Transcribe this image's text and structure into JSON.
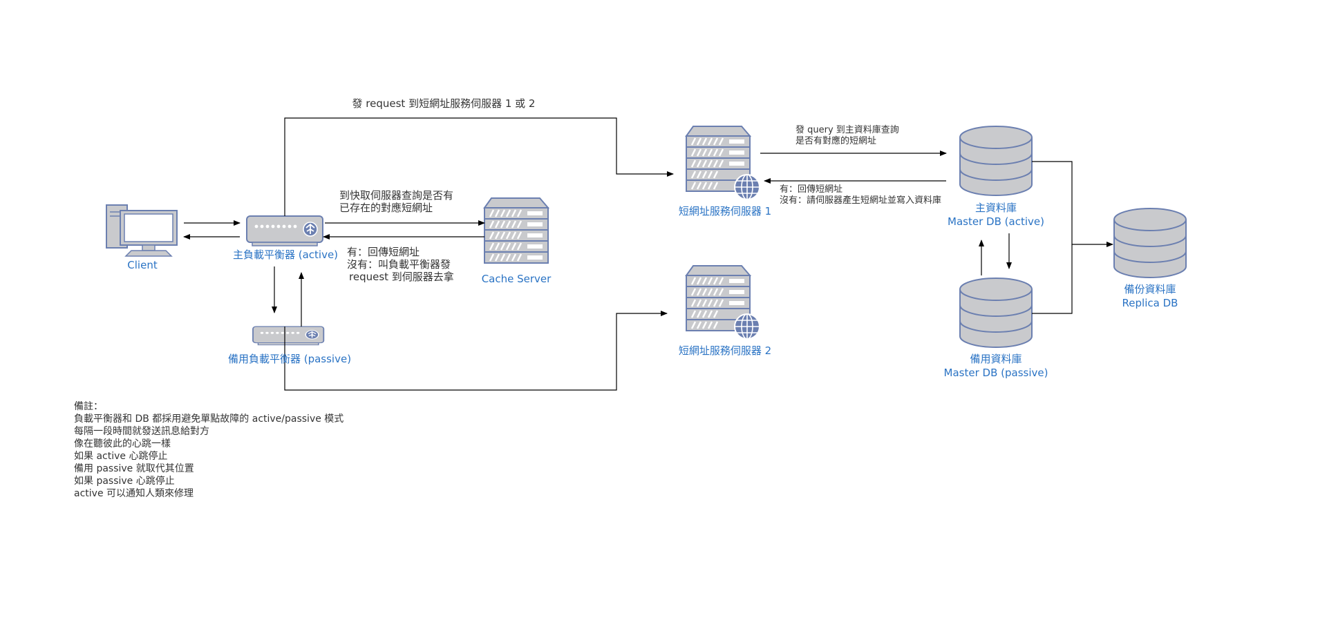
{
  "nodes": {
    "client": "Client",
    "lb_main": "主負載平衡器 (active)",
    "lb_backup": "備用負載平衡器 (passive)",
    "cache": "Cache Server",
    "server1": "短網址服務伺服器 1",
    "server2": "短網址服務伺服器 2",
    "db_main_line1": "主資料庫",
    "db_main_line2": "Master DB (active)",
    "db_backup_line1": "備用資料庫",
    "db_backup_line2": "Master DB (passive)",
    "db_replica_line1": "備份資料庫",
    "db_replica_line2": "Replica DB"
  },
  "edges": {
    "request_to_servers": "發 request 到短網址服務伺服器 1 或 2",
    "query_cache_1": "到快取伺服器查詢是否有",
    "query_cache_2": "已存在的對應短網址",
    "cache_reply_1": "有：回傳短網址",
    "cache_reply_2": "沒有：叫負載平衡器發",
    "cache_reply_3": "request 到伺服器去拿",
    "query_db_1": "發 query 到主資料庫查詢",
    "query_db_2": "是否有對應的短網址",
    "db_reply_1": "有：回傳短網址",
    "db_reply_2": "沒有：請伺服器產生短網址並寫入資料庫"
  },
  "notes": [
    "備註：",
    "負載平衡器和 DB 都採用避免單點故障的 active/passive 模式",
    "每隔一段時間就發送訊息給對方",
    "像在聽彼此的心跳一樣",
    "如果 active 心跳停止",
    "備用 passive 就取代其位置",
    "如果 passive 心跳停止",
    "active 可以通知人類來修理"
  ],
  "colors": {
    "label_blue": "#2a73c4",
    "icon_fill": "#c9cacd",
    "icon_stroke": "#6b7fb0",
    "line": "#000000"
  },
  "icons": [
    "computer-icon",
    "load-balancer-icon",
    "rack-server-icon",
    "web-server-icon",
    "database-icon"
  ]
}
